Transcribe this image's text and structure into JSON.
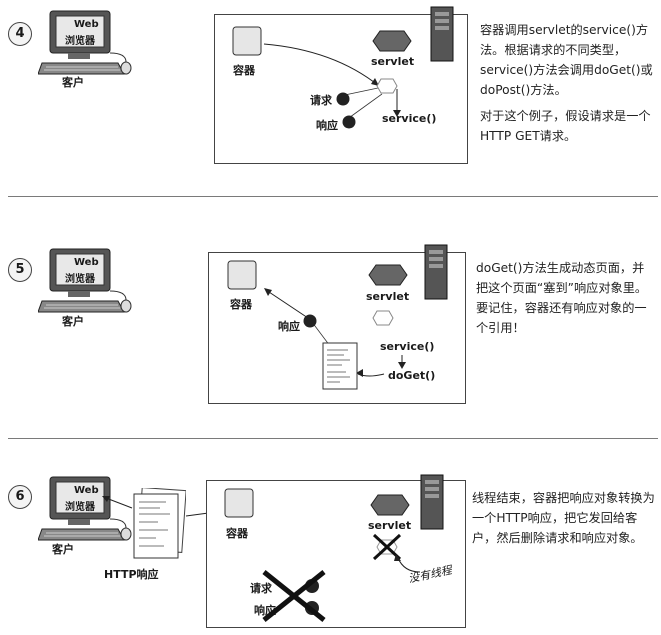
{
  "steps": [
    {
      "number": "4",
      "screen_text": [
        "Web",
        "浏览器"
      ],
      "client_label": "客户",
      "container_label": "容器",
      "servlet_label": "servlet",
      "request_label": "请求",
      "response_label": "响应",
      "method_label": "service()",
      "description": [
        "容器调用servlet的service()方法。根据请求的不同类型，service()方法会调用doGet()或doPost()方法。",
        "对于这个例子，假设请求是一个HTTP GET请求。"
      ]
    },
    {
      "number": "5",
      "screen_text": [
        "Web",
        "浏览器"
      ],
      "client_label": "客户",
      "container_label": "容器",
      "servlet_label": "servlet",
      "response_label": "响应",
      "method_label": "service()",
      "method2_label": "doGet()",
      "description": [
        "doGet()方法生成动态页面，并把这个页面“塞到”响应对象里。要记住，容器还有响应对象的一个引用！"
      ]
    },
    {
      "number": "6",
      "screen_text": [
        "Web",
        "浏览器"
      ],
      "client_label": "客户",
      "http_response_label": "HTTP响应",
      "container_label": "容器",
      "servlet_label": "servlet",
      "request_label": "请求",
      "response_label": "响应",
      "note": "没有线程",
      "description": [
        "线程结束，容器把响应对象转换为一个HTTP响应，把它发回给客户，然后删除请求和响应对象。"
      ]
    }
  ]
}
